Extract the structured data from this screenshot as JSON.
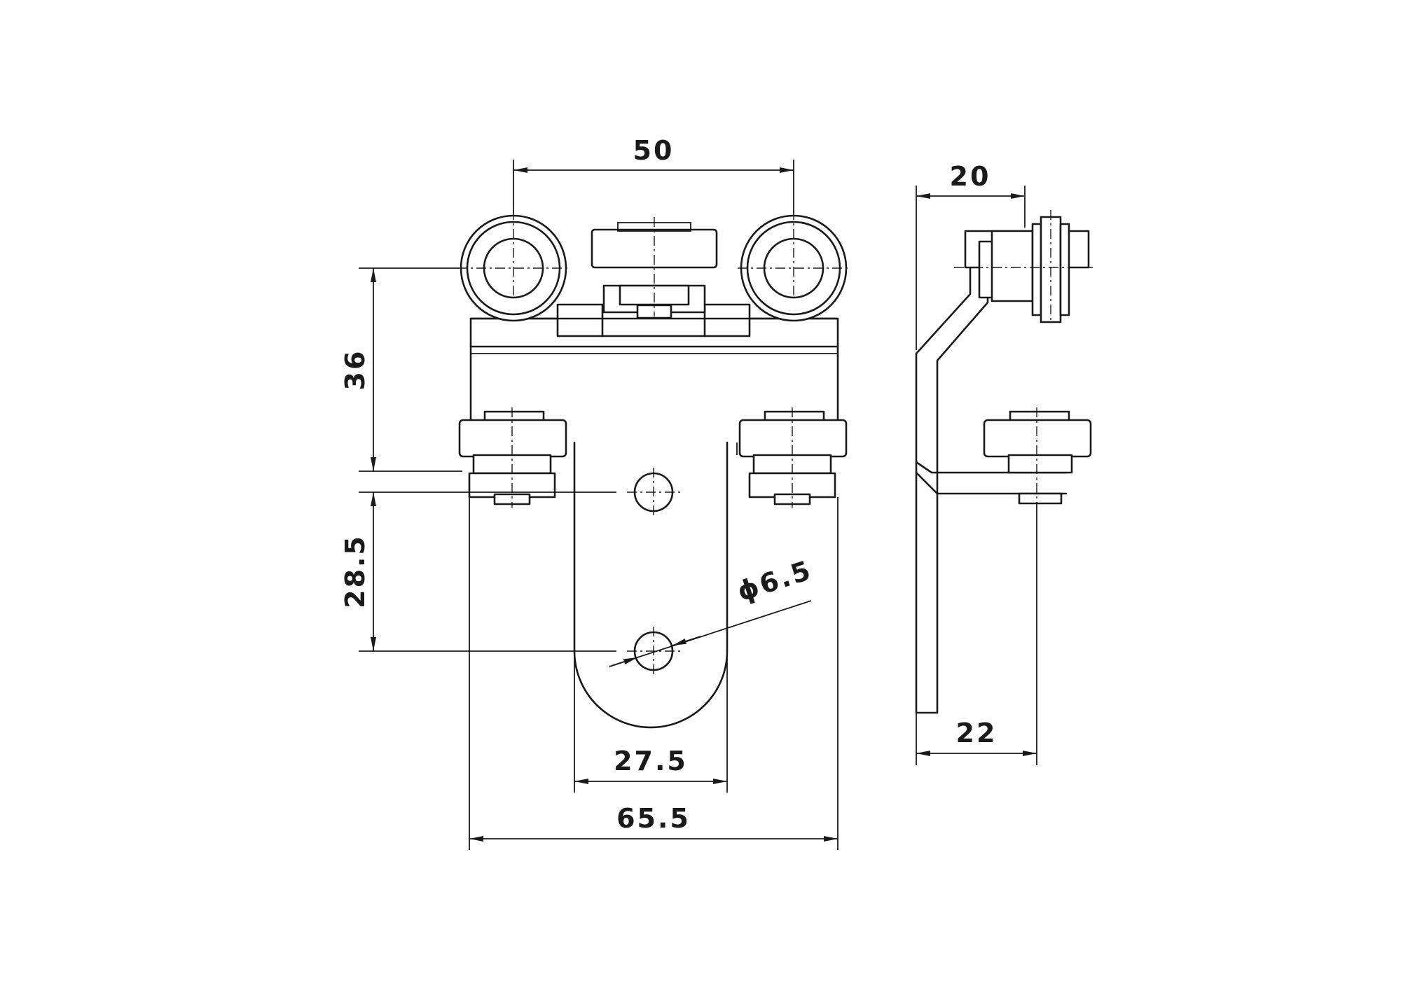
{
  "dimensions": {
    "top_width": "50",
    "left_upper_height": "36",
    "left_lower_height": "28.5",
    "hole_diameter": "ϕ6.5",
    "inner_width": "27.5",
    "overall_width": "65.5",
    "side_top_width": "20",
    "side_bottom_width": "22"
  }
}
